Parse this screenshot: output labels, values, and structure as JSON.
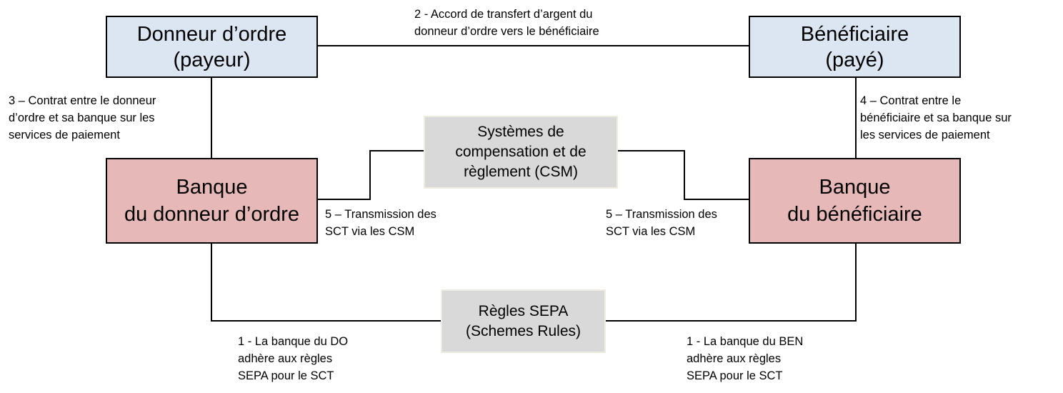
{
  "boxes": {
    "payer": {
      "line1": "Donneur  d’ordre",
      "line2": "(payeur)"
    },
    "payee": {
      "line1": "Bénéficiaire",
      "line2": "(payé)"
    },
    "payer_bank": {
      "line1": "Banque",
      "line2": "du donneur  d’ordre"
    },
    "payee_bank": {
      "line1": "Banque",
      "line2": "du bénéficiaire"
    },
    "csm": {
      "line1": "Systèmes de",
      "line2": "compensation et de",
      "line3": "règlement (CSM)"
    },
    "sepa": {
      "line1": "Règles SEPA",
      "line2": "(Schemes Rules)"
    }
  },
  "labels": {
    "step2": [
      "2 - Accord de transfert d’argent du",
      "donneur d’ordre vers le bénéficiaire"
    ],
    "step3": [
      "3 – Contrat entre le donneur",
      "d’ordre et sa banque sur les",
      "services de paiement"
    ],
    "step4": [
      "4 – Contrat entre le",
      "bénéficiaire et sa banque sur",
      "les services de paiement"
    ],
    "step5_left": [
      "5 – Transmission des",
      "SCT via les CSM"
    ],
    "step5_right": [
      "5 – Transmission des",
      "SCT via les CSM"
    ],
    "step1_left": [
      "1 - La banque du DO",
      "adhère aux règles",
      "SEPA pour le SCT"
    ],
    "step1_right": [
      "1 - La banque du BEN",
      "adhère aux règles",
      "SEPA pour le SCT"
    ]
  },
  "colors": {
    "party": "#dce6f2",
    "bank": "#e6b9b8",
    "system": "#d9d9d9"
  }
}
